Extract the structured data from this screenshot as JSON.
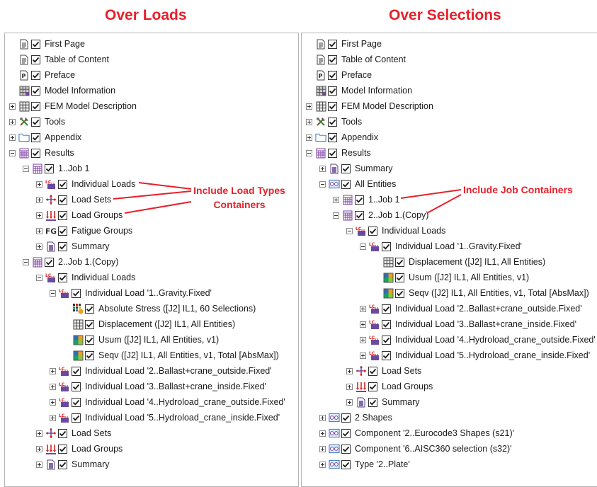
{
  "left_heading": "Over Loads",
  "right_heading": "Over Selections",
  "left_callout": [
    "Include Load Types",
    "Containers"
  ],
  "right_callout": "Include Job Containers",
  "colors": {
    "accent": "#e8202a",
    "check": "#1a1a1a"
  },
  "left_tree": [
    {
      "level": 0,
      "exp": "none",
      "icon": "doc-icon",
      "label": "First Page"
    },
    {
      "level": 0,
      "exp": "none",
      "icon": "doc-icon",
      "label": "Table of Content"
    },
    {
      "level": 0,
      "exp": "none",
      "icon": "preface-icon",
      "label": "Preface"
    },
    {
      "level": 0,
      "exp": "none",
      "icon": "model-grid-icon",
      "label": "Model Information"
    },
    {
      "level": 0,
      "exp": "plus",
      "icon": "grid-icon",
      "label": "FEM Model Description"
    },
    {
      "level": 0,
      "exp": "plus",
      "icon": "tools-icon",
      "label": "Tools"
    },
    {
      "level": 0,
      "exp": "plus",
      "icon": "folder-icon",
      "label": "Appendix"
    },
    {
      "level": 0,
      "exp": "minus",
      "icon": "results-icon",
      "label": "Results"
    },
    {
      "level": 1,
      "exp": "minus",
      "icon": "results-icon",
      "label": "1..Job 1"
    },
    {
      "level": 2,
      "exp": "plus",
      "icon": "load-icon",
      "label": "Individual Loads"
    },
    {
      "level": 2,
      "exp": "plus",
      "icon": "loadset-icon",
      "label": "Load Sets"
    },
    {
      "level": 2,
      "exp": "plus",
      "icon": "loadgroup-icon",
      "label": "Load Groups"
    },
    {
      "level": 2,
      "exp": "plus",
      "icon": "fg-icon",
      "label": "Fatigue Groups"
    },
    {
      "level": 2,
      "exp": "plus",
      "icon": "summary-icon",
      "label": "Summary"
    },
    {
      "level": 1,
      "exp": "minus",
      "icon": "results-icon",
      "label": "2..Job 1.(Copy)"
    },
    {
      "level": 2,
      "exp": "minus",
      "icon": "load-icon",
      "label": "Individual Loads"
    },
    {
      "level": 3,
      "exp": "minus",
      "icon": "load-icon",
      "label": "Individual Load '1..Gravity.Fixed'"
    },
    {
      "level": 4,
      "exp": "none",
      "icon": "stress-icon",
      "label": "Absolute Stress ([J2] IL1, 60 Selections)"
    },
    {
      "level": 4,
      "exp": "none",
      "icon": "grid-icon",
      "label": "Displacement ([J2] IL1, All Entities)"
    },
    {
      "level": 4,
      "exp": "none",
      "icon": "color-grid-icon",
      "label": "Usum ([J2] IL1, All Entities, v1)"
    },
    {
      "level": 4,
      "exp": "none",
      "icon": "color-grid-icon",
      "label": "Seqv ([J2] IL1, All Entities, v1, Total [AbsMax])"
    },
    {
      "level": 3,
      "exp": "plus",
      "icon": "load-icon",
      "label": "Individual Load '2..Ballast+crane_outside.Fixed'"
    },
    {
      "level": 3,
      "exp": "plus",
      "icon": "load-icon",
      "label": "Individual Load '3..Ballast+crane_inside.Fixed'"
    },
    {
      "level": 3,
      "exp": "plus",
      "icon": "load-icon",
      "label": "Individual Load '4..Hydroload_crane_outside.Fixed'"
    },
    {
      "level": 3,
      "exp": "plus",
      "icon": "load-icon",
      "label": "Individual Load '5..Hydroload_crane_inside.Fixed'"
    },
    {
      "level": 2,
      "exp": "plus",
      "icon": "loadset-icon",
      "label": "Load Sets"
    },
    {
      "level": 2,
      "exp": "plus",
      "icon": "loadgroup-icon",
      "label": "Load Groups"
    },
    {
      "level": 2,
      "exp": "plus",
      "icon": "summary-icon",
      "label": "Summary"
    }
  ],
  "right_tree": [
    {
      "level": 0,
      "exp": "none",
      "icon": "doc-icon",
      "label": "First Page"
    },
    {
      "level": 0,
      "exp": "none",
      "icon": "doc-icon",
      "label": "Table of Content"
    },
    {
      "level": 0,
      "exp": "none",
      "icon": "preface-icon",
      "label": "Preface"
    },
    {
      "level": 0,
      "exp": "none",
      "icon": "model-grid-icon",
      "label": "Model Information"
    },
    {
      "level": 0,
      "exp": "plus",
      "icon": "grid-icon",
      "label": "FEM Model Description"
    },
    {
      "level": 0,
      "exp": "plus",
      "icon": "tools-icon",
      "label": "Tools"
    },
    {
      "level": 0,
      "exp": "plus",
      "icon": "folder-icon",
      "label": "Appendix"
    },
    {
      "level": 0,
      "exp": "minus",
      "icon": "results-icon",
      "label": "Results"
    },
    {
      "level": 1,
      "exp": "plus",
      "icon": "summary-icon",
      "label": "Summary"
    },
    {
      "level": 1,
      "exp": "minus",
      "icon": "entities-icon",
      "label": "All Entities"
    },
    {
      "level": 2,
      "exp": "plus",
      "icon": "results-icon",
      "label": "1..Job 1"
    },
    {
      "level": 2,
      "exp": "minus",
      "icon": "results-icon",
      "label": "2..Job 1.(Copy)"
    },
    {
      "level": 3,
      "exp": "minus",
      "icon": "load-icon",
      "label": "Individual Loads"
    },
    {
      "level": 4,
      "exp": "minus",
      "icon": "load-icon",
      "label": "Individual Load '1..Gravity.Fixed'"
    },
    {
      "level": 5,
      "exp": "none",
      "icon": "grid-icon",
      "label": "Displacement ([J2] IL1, All Entities)"
    },
    {
      "level": 5,
      "exp": "none",
      "icon": "color-grid-icon",
      "label": "Usum ([J2] IL1, All Entities, v1)"
    },
    {
      "level": 5,
      "exp": "none",
      "icon": "color-grid-icon",
      "label": "Seqv ([J2] IL1, All Entities, v1, Total [AbsMax])"
    },
    {
      "level": 4,
      "exp": "plus",
      "icon": "load-icon",
      "label": "Individual Load '2..Ballast+crane_outside.Fixed'"
    },
    {
      "level": 4,
      "exp": "plus",
      "icon": "load-icon",
      "label": "Individual Load '3..Ballast+crane_inside.Fixed'"
    },
    {
      "level": 4,
      "exp": "plus",
      "icon": "load-icon",
      "label": "Individual Load '4..Hydroload_crane_outside.Fixed'"
    },
    {
      "level": 4,
      "exp": "plus",
      "icon": "load-icon",
      "label": "Individual Load '5..Hydroload_crane_inside.Fixed'"
    },
    {
      "level": 3,
      "exp": "plus",
      "icon": "loadset-icon",
      "label": "Load Sets"
    },
    {
      "level": 3,
      "exp": "plus",
      "icon": "loadgroup-icon",
      "label": "Load Groups"
    },
    {
      "level": 3,
      "exp": "plus",
      "icon": "summary-icon",
      "label": "Summary"
    },
    {
      "level": 1,
      "exp": "plus",
      "icon": "entities-icon",
      "label": "2 Shapes"
    },
    {
      "level": 1,
      "exp": "plus",
      "icon": "entities-icon",
      "label": "Component '2..Eurocode3 Shapes (s21)'"
    },
    {
      "level": 1,
      "exp": "plus",
      "icon": "entities-icon",
      "label": "Component '6..AISC360 selection (s32)'"
    },
    {
      "level": 1,
      "exp": "plus",
      "icon": "entities-icon",
      "label": "Type '2..Plate'"
    }
  ]
}
